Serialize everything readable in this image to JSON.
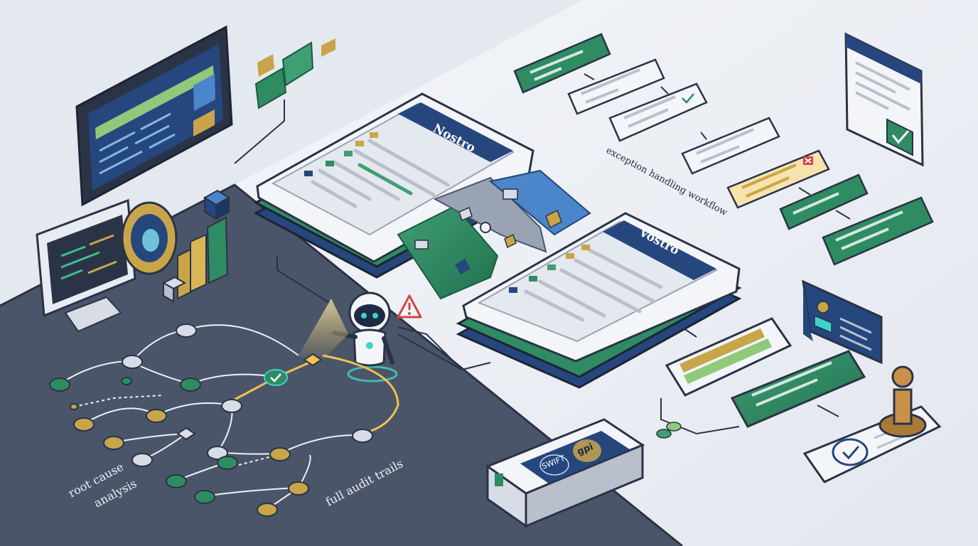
{
  "labels": {
    "nostro": "Nostro",
    "vostro": "Vostro",
    "exception_workflow": "exception handling workflow",
    "root_cause": [
      "root cause",
      "analysis"
    ],
    "audit_trails": "full audit trails",
    "swift": "SWIFT",
    "gpi": "gpi"
  },
  "colors": {
    "navy": "#26467e",
    "green": "#2e8b62",
    "gold": "#c9a54a",
    "dark_floor": "#4a5468",
    "light_floor": "#e9ecf2",
    "alert_red": "#d64545",
    "glow": "#f2c24f",
    "teal_glow": "#3fd3c8"
  },
  "icons": [
    "robot-icon",
    "warning-icon",
    "check-icon",
    "stamp-icon",
    "user-icon",
    "cube-icon",
    "envelope-icon",
    "coin-icon"
  ]
}
